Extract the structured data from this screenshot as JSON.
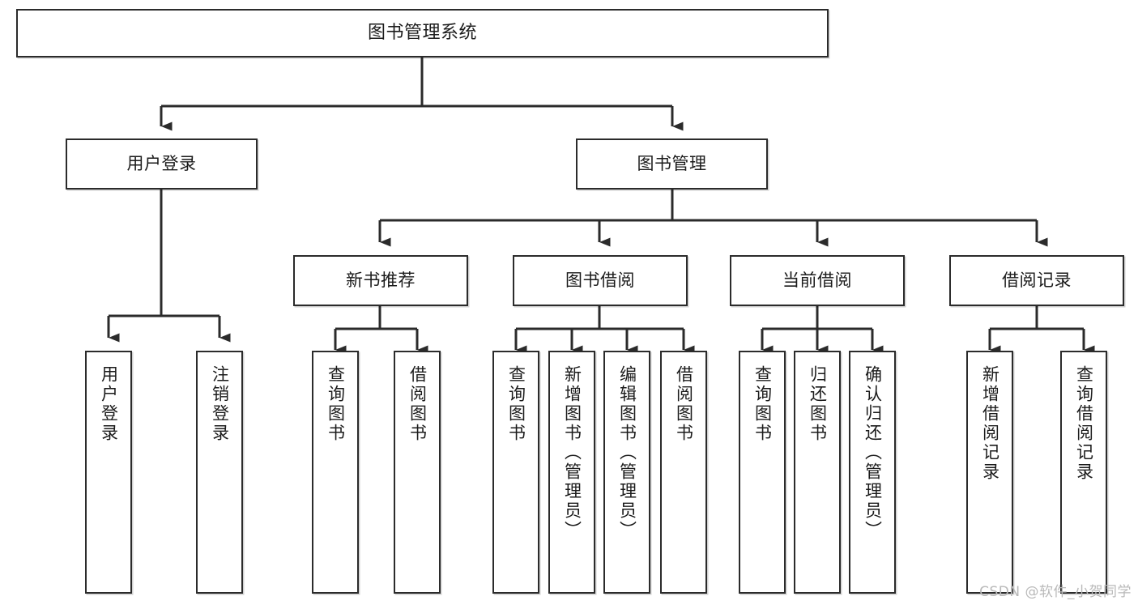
{
  "diagram": {
    "title": "图书管理系统",
    "type": "tree-hierarchy",
    "watermark": "CSDN @软件_小贺同学",
    "accent_color": "#2b2b2b",
    "background_color": "#ffffff",
    "nodes": {
      "root": "图书管理系统",
      "level2": [
        "用户登录",
        "图书管理"
      ],
      "level3": [
        "新书推荐",
        "图书借阅",
        "当前借阅",
        "借阅记录"
      ],
      "leaves": {
        "user_login": [
          "用户登录",
          "注销登录"
        ],
        "new_book": [
          "查询图书",
          "借阅图书"
        ],
        "book_borrow": [
          "查询图书",
          "新增图书（管理员）",
          "编辑图书（管理员）",
          "借阅图书"
        ],
        "current_borrow": [
          "查询图书",
          "归还图书",
          "确认归还（管理员）"
        ],
        "borrow_record": [
          "新增借阅记录",
          "查询借阅记录"
        ]
      }
    }
  }
}
